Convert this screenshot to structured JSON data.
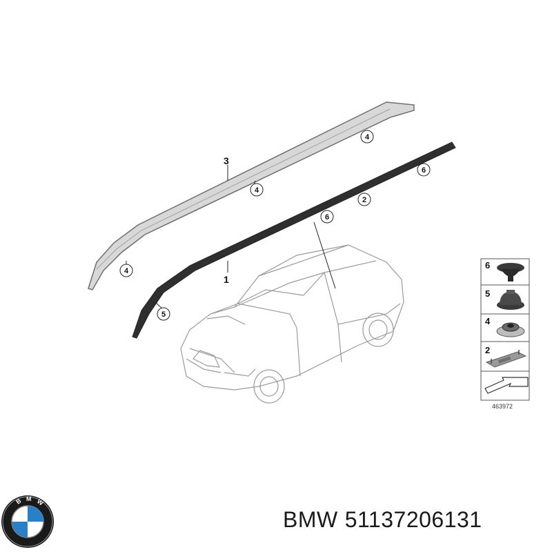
{
  "diagram": {
    "callouts": [
      {
        "id": "3",
        "style": "plain"
      },
      {
        "id": "1",
        "style": "plain"
      },
      {
        "id": "4",
        "style": "circle"
      },
      {
        "id": "4",
        "style": "circle"
      },
      {
        "id": "4",
        "style": "circle"
      },
      {
        "id": "6",
        "style": "circle"
      },
      {
        "id": "2",
        "style": "circle"
      },
      {
        "id": "6",
        "style": "circle"
      },
      {
        "id": "5",
        "style": "circle"
      }
    ],
    "legend": [
      {
        "id": "6",
        "part": "push-nut-icon"
      },
      {
        "id": "5",
        "part": "grommet-icon"
      },
      {
        "id": "4",
        "part": "clip-nut-icon"
      },
      {
        "id": "2",
        "part": "mounting-bracket-icon"
      }
    ],
    "drawing_number": "463972",
    "colors": {
      "roof_rail": "#d8d8d8",
      "seal_strip": "#2f2f2f",
      "car_outline": "#9a9a9a",
      "legend_border": "#555555"
    }
  },
  "footer": {
    "brand": "BMW",
    "part_number": "51137206131"
  }
}
